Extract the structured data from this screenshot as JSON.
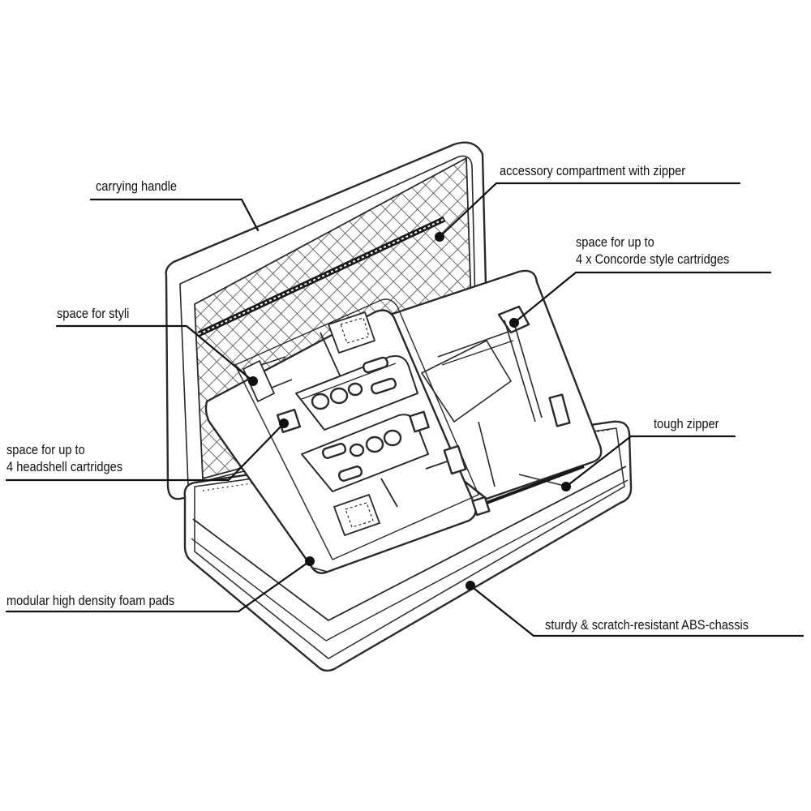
{
  "colors": {
    "outline": "#2a2a2a",
    "leader": "#111111",
    "background": "#ffffff",
    "case_fill": "#ffffff",
    "mesh": "#4a4a4a"
  },
  "labels": {
    "carrying_handle": "carrying handle",
    "accessory_compartment": "accessory compartment with zipper",
    "concorde_line1": "space for up to",
    "concorde_line2": "4 x Concorde style cartridges",
    "styli": "space for styli",
    "tough_zipper": "tough zipper",
    "headshell_line1": "space for up to",
    "headshell_line2": "4 headshell cartridges",
    "foam_pads": "modular high density foam pads",
    "abs_chassis": "sturdy & scratch-resistant ABS-chassis"
  }
}
